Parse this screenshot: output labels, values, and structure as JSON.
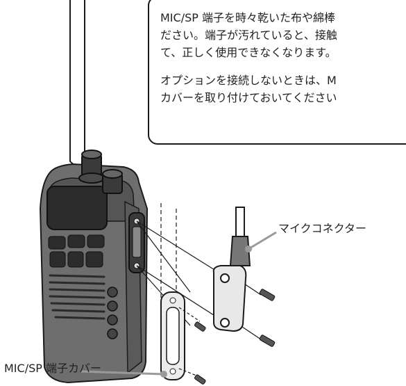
{
  "notice": {
    "paragraph1": [
      "MIC/SP 端子を時々乾いた布や綿棒",
      "ださい。端子が汚れていると、接触",
      "て、正しく使用できなくなります。"
    ],
    "paragraph2": [
      "オプションを接続しないときは、M",
      "カバーを取り付けておいてください"
    ]
  },
  "labels": {
    "mic_connector": "マイクコネクター",
    "terminal_cover": "MIC/SP 端子カバー"
  },
  "colors": {
    "line": "#1a1a1a",
    "radio_body": "#6b6b6b",
    "radio_dark": "#2c2c2c",
    "leader_gray": "#9a9a9a"
  }
}
